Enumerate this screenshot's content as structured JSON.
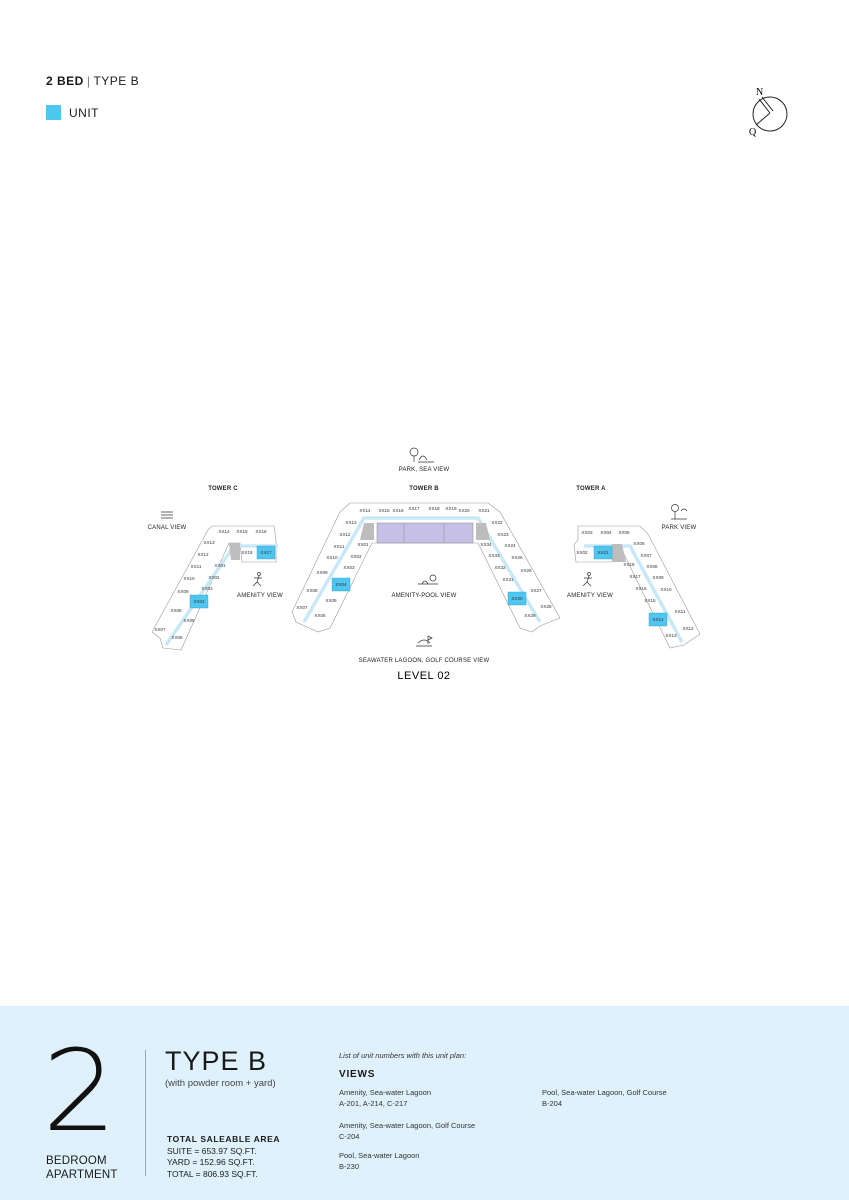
{
  "header": {
    "bed": "2 BED",
    "type": "TYPE B"
  },
  "legend": {
    "label": "UNIT",
    "color": "#4ec6ef"
  },
  "compass": {
    "north": "N",
    "south": "Q"
  },
  "plan": {
    "level": "LEVEL 02",
    "views": {
      "park_sea": "PARK, SEA VIEW",
      "canal": "CANAL VIEW",
      "amenity_c": "AMENITY VIEW",
      "amenity_pool": "AMENITY-POOL VIEW",
      "amenity_a": "AMENITY VIEW",
      "park": "PARK VIEW",
      "lagoon": "SEAWATER LAGOON, GOLF COURSE VIEW"
    },
    "towers": {
      "c": {
        "name": "TOWER C",
        "units": [
          "XX14",
          "XX15",
          "XX16",
          "XX13",
          "XX12",
          "XX11",
          "XX10",
          "XX09",
          "XX08",
          "XX07",
          "XX01",
          "XX02",
          "XX03",
          "XX04",
          "XX05",
          "XX06",
          "XX18",
          "XX17"
        ],
        "highlighted": [
          "XX04",
          "XX17"
        ]
      },
      "b": {
        "name": "TOWER B",
        "units": [
          "XX14",
          "XX15",
          "XX16",
          "XX17",
          "XX18",
          "XX19",
          "XX20",
          "XX21",
          "XX13",
          "XX12",
          "XX11",
          "XX10",
          "XX09",
          "XX08",
          "XX07",
          "XX01",
          "XX02",
          "XX03",
          "XX04",
          "XX05",
          "XX06",
          "XX22",
          "XX23",
          "XX24",
          "XX25",
          "XX26",
          "XX27",
          "XX28",
          "XX34",
          "XX33",
          "XX32",
          "XX31",
          "XX30",
          "XX29"
        ],
        "highlighted": [
          "XX04",
          "XX30"
        ]
      },
      "a": {
        "name": "TOWER A",
        "units": [
          "XX03",
          "XX04",
          "XX05",
          "XX02",
          "XX01",
          "XX06",
          "XX07",
          "XX08",
          "XX09",
          "XX10",
          "XX11",
          "XX12",
          "XX18",
          "XX17",
          "XX16",
          "XX15",
          "XX14",
          "XX13"
        ],
        "highlighted": [
          "XX01",
          "XX14"
        ]
      }
    }
  },
  "panel": {
    "number": "2",
    "bedroom": "BEDROOM",
    "apartment": "APARTMENT",
    "type": "TYPE B",
    "subtitle": "(with powder room + yard)",
    "area_title": "TOTAL SALEABLE AREA",
    "suite": "SUITE = 653.97 SQ.FT.",
    "yard": "YARD = 152.96 SQ.FT.",
    "total": "TOTAL = 806.93 SQ.FT.",
    "list_header": "List of unit numbers with this unit plan:",
    "views_title": "VIEWS",
    "view_groups": [
      {
        "view": "Amenity, Sea-water Lagoon",
        "units": "A-201, A-214, C-217"
      },
      {
        "view": "Amenity, Sea-water Lagoon, Golf Course",
        "units": "C-204"
      },
      {
        "view": "Pool, Sea-water Lagoon",
        "units": "B-230"
      },
      {
        "view": "Pool, Sea-water Lagoon, Golf Course",
        "units": "B-204"
      }
    ]
  }
}
